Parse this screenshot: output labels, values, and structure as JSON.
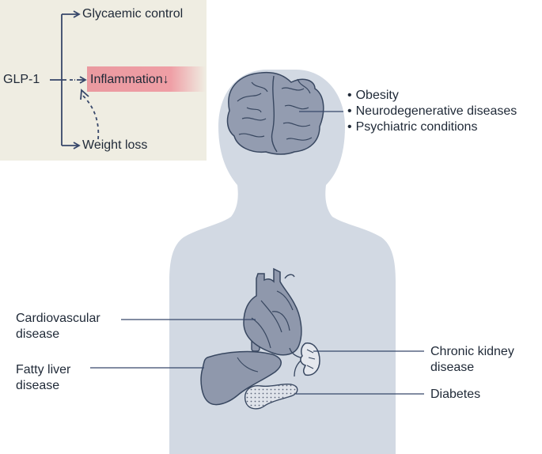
{
  "inset": {
    "source_label": "GLP-1",
    "targets": [
      "Glycaemic control",
      "Inflammation↓",
      "Weight loss"
    ],
    "highlight_color": "#ef9ea5",
    "background_color": "#efede2"
  },
  "brain_conditions": [
    "Obesity",
    "Neurodegenerative diseases",
    "Psychiatric conditions"
  ],
  "organs": {
    "heart": "Cardiovascular disease",
    "liver": "Fatty liver disease",
    "kidney": "Chronic kidney disease",
    "pancreas": "Diabetes"
  },
  "colors": {
    "body_silhouette": "#d2d9e3",
    "organ_fill": "#8f98ac",
    "organ_stroke": "#384760",
    "arrow": "#37476a"
  }
}
